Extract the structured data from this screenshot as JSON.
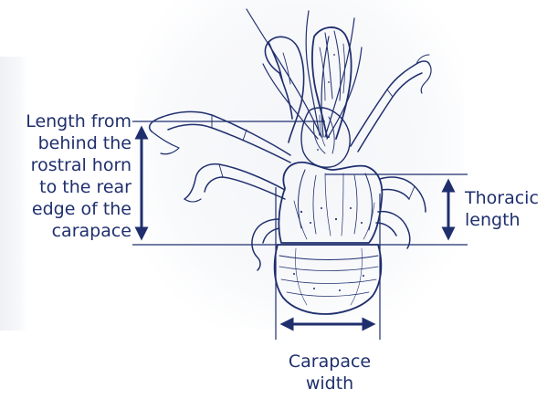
{
  "labels": {
    "length_measure": [
      "Length from",
      "behind the",
      "rostral horn",
      "to the rear",
      "edge of the",
      "carapace"
    ],
    "thoracic_length": [
      "Thoracic",
      "length"
    ],
    "carapace_width": [
      "Carapace",
      "width"
    ]
  },
  "colors": {
    "ink": "#1f2f6e",
    "label": "#1f2f6e",
    "background": "#ffffff"
  },
  "icons": {
    "subject": "coconut-crab-illustration"
  }
}
